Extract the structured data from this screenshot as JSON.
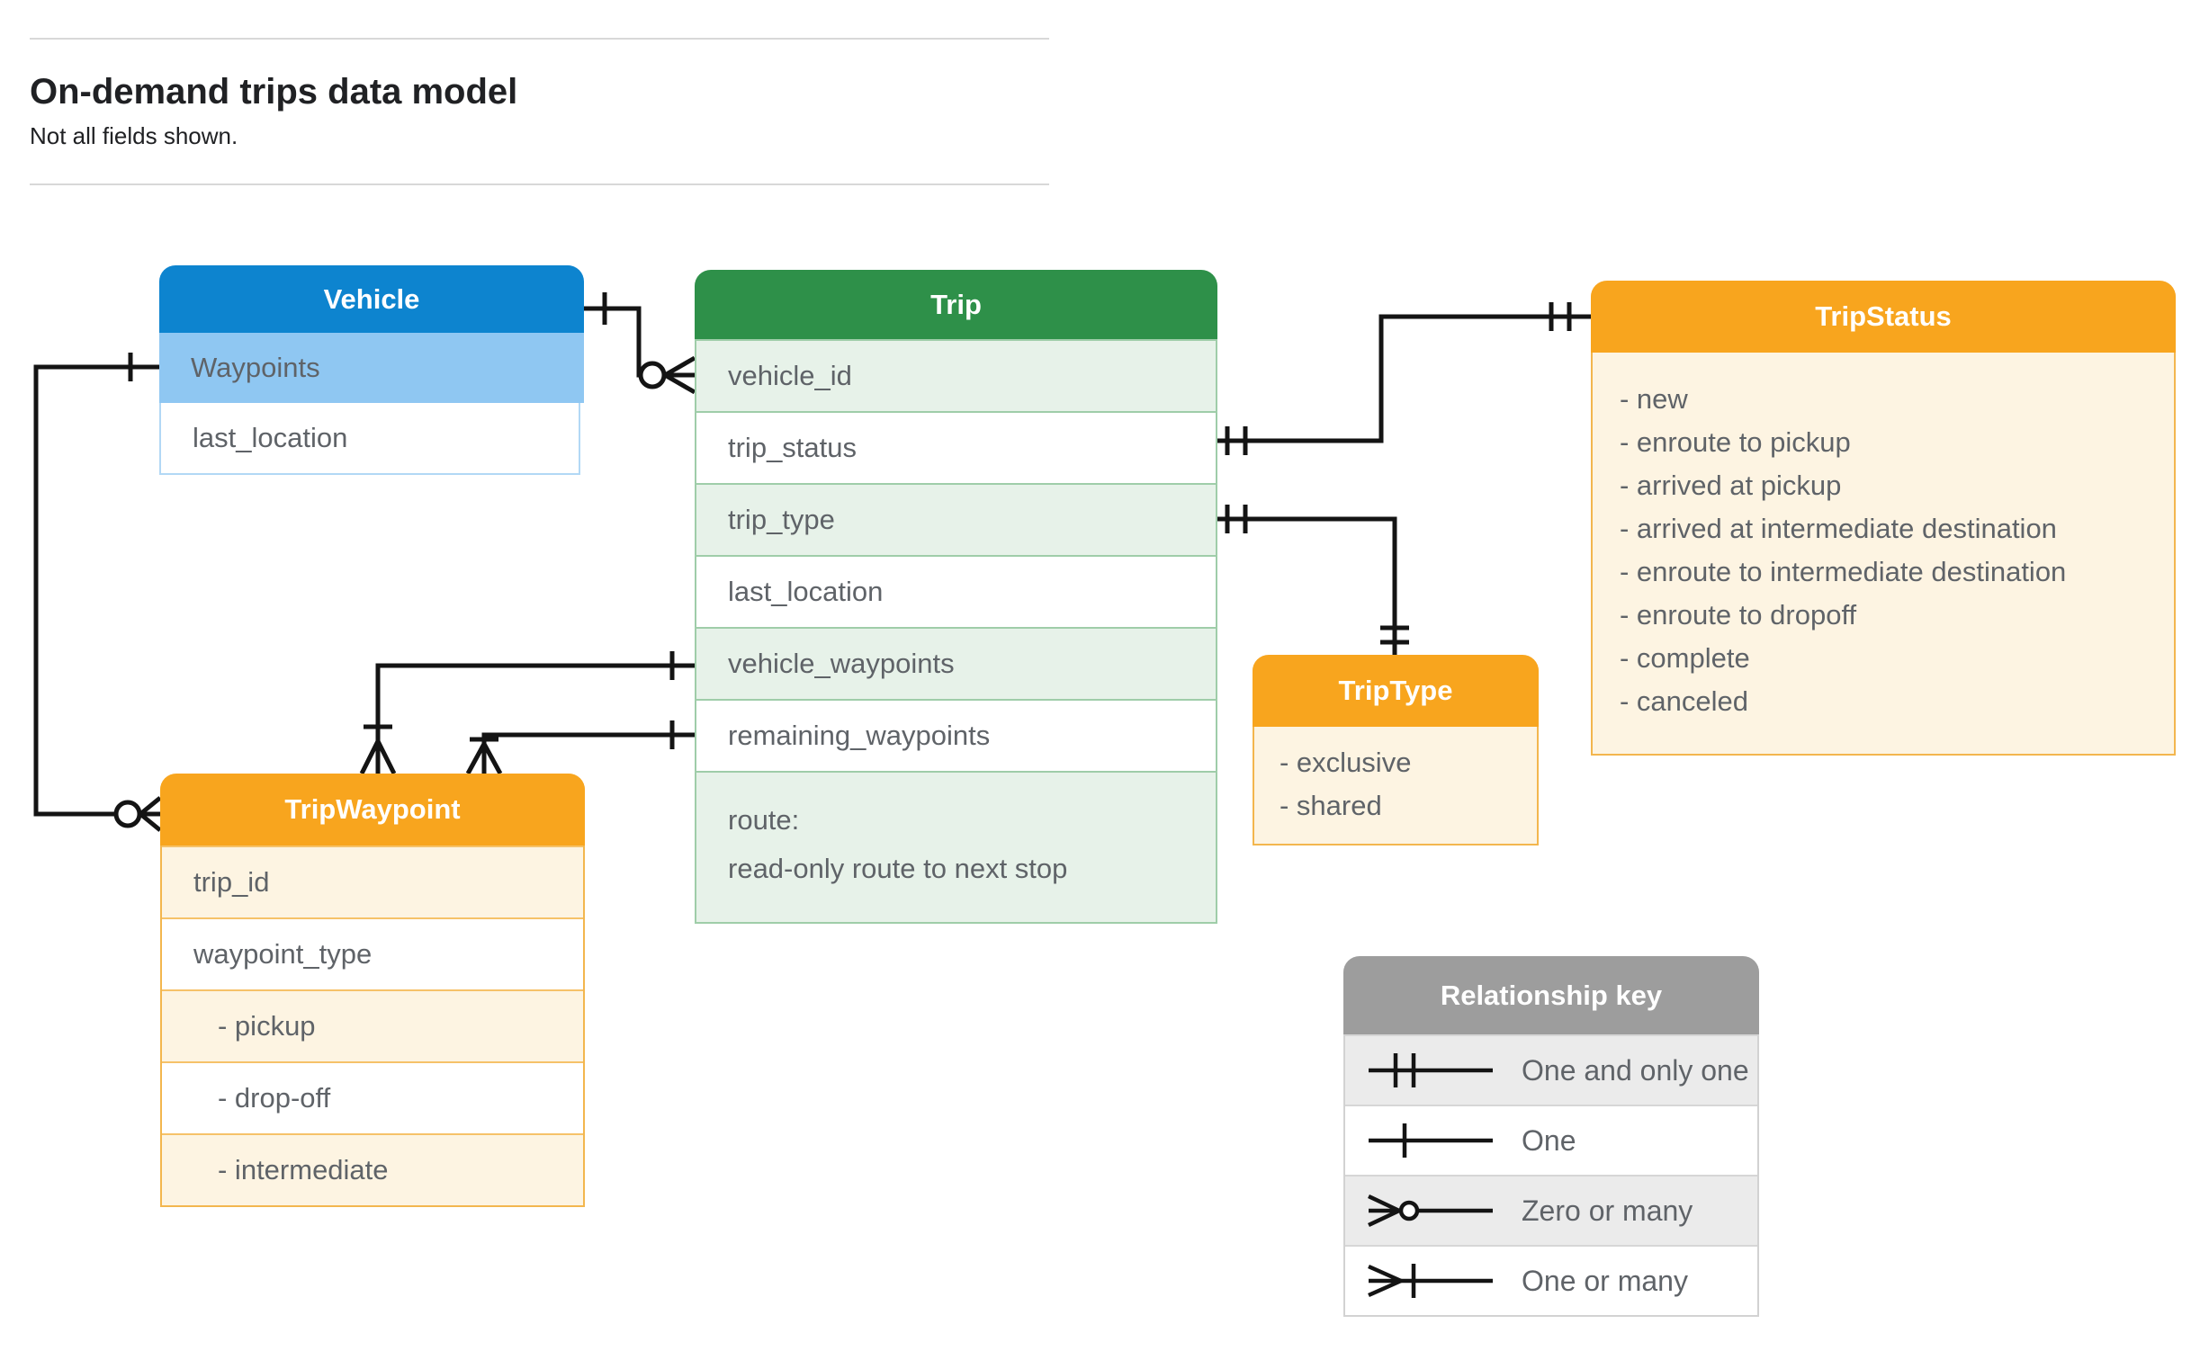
{
  "page": {
    "title": "On-demand trips data model",
    "subtitle": "Not all fields shown."
  },
  "entities": {
    "vehicle": {
      "title": "Vehicle",
      "fields": [
        "Waypoints",
        "last_location"
      ]
    },
    "trip": {
      "title": "Trip",
      "fields": [
        "vehicle_id",
        "trip_status",
        "trip_type",
        "last_location",
        "vehicle_waypoints",
        "remaining_waypoints"
      ],
      "route_label": "route:",
      "route_note": "read-only route to next stop"
    },
    "tripstatus": {
      "title": "TripStatus",
      "values": [
        "- new",
        "- enroute to pickup",
        "- arrived at pickup",
        "- arrived at intermediate destination",
        "- enroute to intermediate destination",
        "- enroute to dropoff",
        "- complete",
        "- canceled"
      ]
    },
    "triptype": {
      "title": "TripType",
      "values": [
        "- exclusive",
        "- shared"
      ]
    },
    "tripwaypoint": {
      "title": "TripWaypoint",
      "fields": [
        "trip_id",
        "waypoint_type",
        "- pickup",
        "- drop-off",
        "- intermediate"
      ]
    }
  },
  "legend": {
    "title": "Relationship key",
    "items": [
      {
        "symbol": "one-and-only-one",
        "label": "One and only one"
      },
      {
        "symbol": "one",
        "label": "One"
      },
      {
        "symbol": "zero-or-many",
        "label": "Zero or many"
      },
      {
        "symbol": "one-or-many",
        "label": "One or many"
      }
    ]
  },
  "relationships": [
    {
      "from": "Vehicle",
      "to": "Trip.vehicle_id",
      "from_cardinality": "one",
      "to_cardinality": "zero-or-many"
    },
    {
      "from": "Trip.trip_status",
      "to": "TripStatus",
      "from_cardinality": "one-and-only-one",
      "to_cardinality": "one-and-only-one"
    },
    {
      "from": "Trip.trip_type",
      "to": "TripType",
      "from_cardinality": "one-and-only-one",
      "to_cardinality": "one-and-only-one"
    },
    {
      "from": "Trip.vehicle_waypoints",
      "to": "TripWaypoint",
      "from_cardinality": "one",
      "to_cardinality": "one-or-many"
    },
    {
      "from": "Trip.remaining_waypoints",
      "to": "TripWaypoint",
      "from_cardinality": "one",
      "to_cardinality": "one-or-many"
    },
    {
      "from": "Vehicle.Waypoints",
      "to": "TripWaypoint",
      "from_cardinality": "one",
      "to_cardinality": "zero-or-many"
    }
  ],
  "colors": {
    "blue_header": "#0d84cf",
    "blue_highlight_row": "#8fc7f2",
    "blue_border": "#b2d8f5",
    "green_header": "#2e9049",
    "green_row": "#e7f2e9",
    "green_border": "#9fcda9",
    "orange_header": "#f8a51e",
    "orange_body": "#fdf4e2",
    "orange_border": "#f3b64e",
    "gray_header": "#9d9d9d",
    "gray_row": "#ebebeb",
    "connector_line": "#141414",
    "cell_text": "#5f6368",
    "title_text": "#202124"
  }
}
